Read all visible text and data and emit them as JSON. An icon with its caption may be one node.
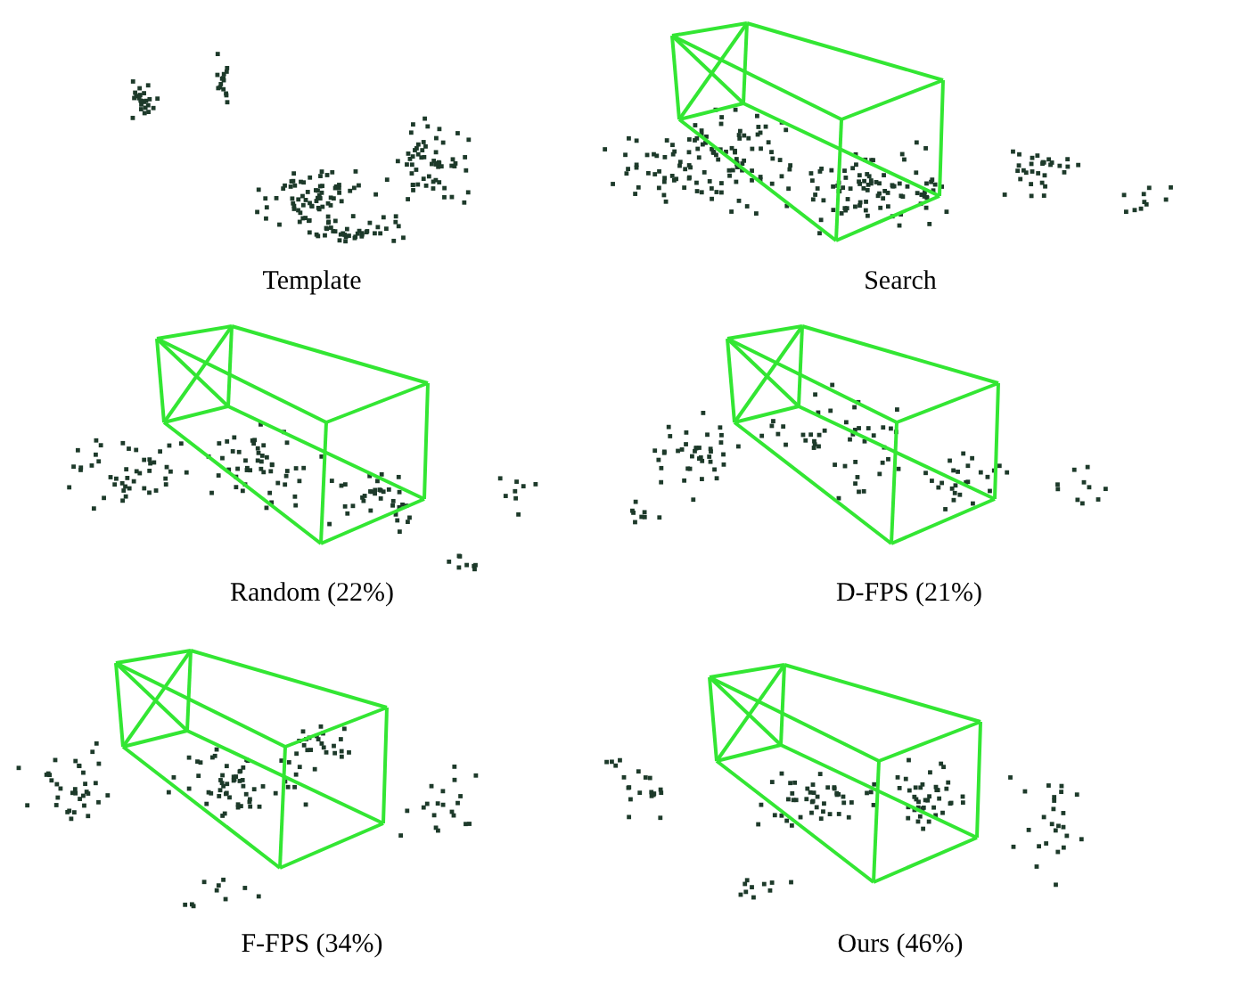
{
  "diagram": {
    "labels": [
      "Template",
      "Search",
      "Random (22%)",
      "D-FPS (21%)",
      "F-FPS (34%)",
      "Ours (46%)"
    ]
  }
}
